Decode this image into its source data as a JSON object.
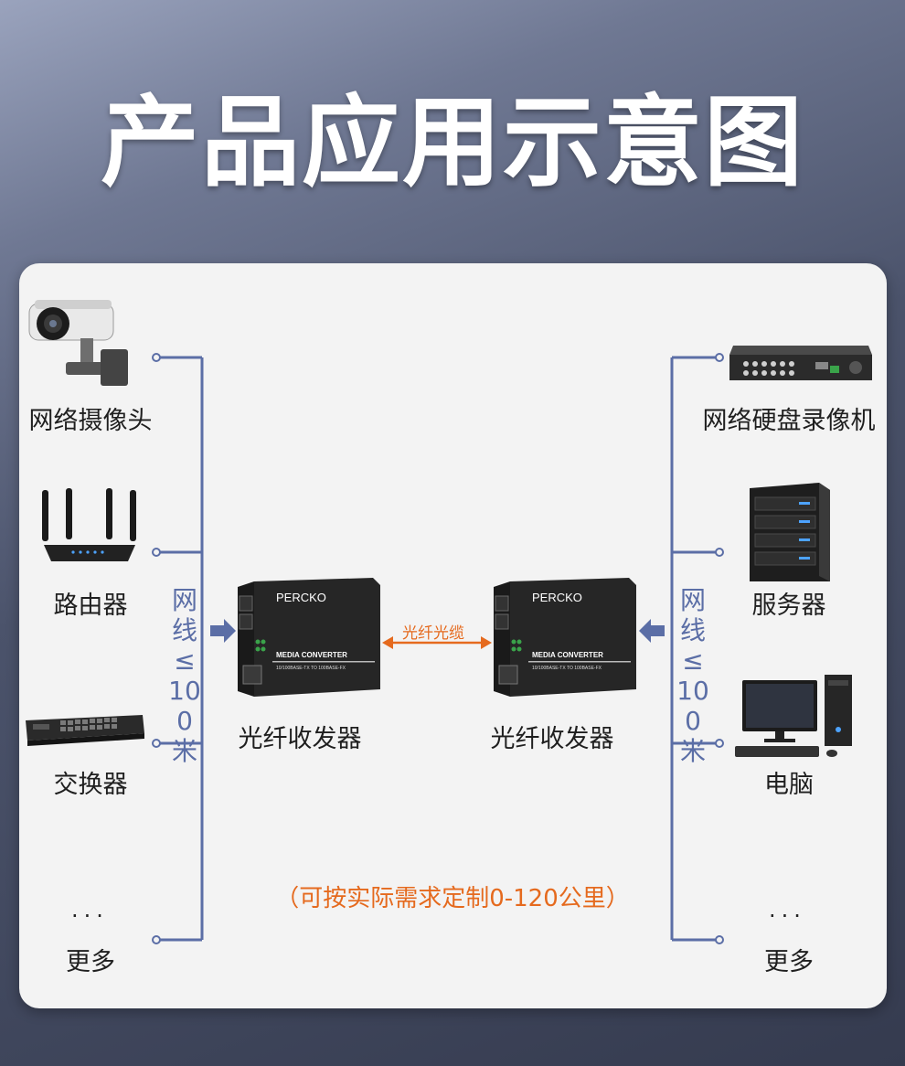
{
  "title": "产品应用示意图",
  "left_devices": [
    {
      "label": "网络摄像头",
      "icon": "ip-camera-icon"
    },
    {
      "label": "路由器",
      "icon": "router-icon"
    },
    {
      "label": "交换器",
      "icon": "network-switch-icon"
    },
    {
      "label": "更多",
      "icon": "more-dots-icon"
    }
  ],
  "right_devices": [
    {
      "label": "网络硬盘录像机",
      "icon": "nvr-icon"
    },
    {
      "label": "服务器",
      "icon": "server-icon"
    },
    {
      "label": "电脑",
      "icon": "computer-icon"
    },
    {
      "label": "更多",
      "icon": "more-dots-icon"
    }
  ],
  "cable_limit_left": "网线≤100米",
  "cable_limit_right": "网线≤100米",
  "converters": [
    {
      "label": "光纤收发器",
      "brand": "PERCKO",
      "model": "MEDIA CONVERTER",
      "spec": "10/100BASE-TX TO 100BASE-FX"
    },
    {
      "label": "光纤收发器",
      "brand": "PERCKO",
      "model": "MEDIA CONVERTER",
      "spec": "10/100BASE-TX TO 100BASE-FX"
    }
  ],
  "fiber_label": "光纤光缆",
  "dots": "···",
  "note": "（可按实际需求定制0-120公里）",
  "colors": {
    "line": "#5b6ea6",
    "accent": "#e56a1e",
    "panel": "#f3f3f3"
  }
}
